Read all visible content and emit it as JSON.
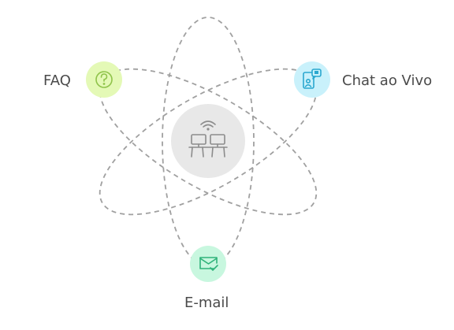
{
  "diagram": {
    "center": {
      "icon": "desks-wifi-icon",
      "fill": "#e8e8e8",
      "stroke": "#8c8c8c"
    },
    "orbit_color": "#a0a0a0",
    "channels": [
      {
        "label": "FAQ",
        "icon": "question-icon",
        "fill": "#e4f9b6",
        "stroke": "#8fc34a"
      },
      {
        "label": "Chat ao Vivo",
        "icon": "chat-phone-icon",
        "fill": "#c9f1fb",
        "stroke": "#2aa7cf"
      },
      {
        "label": "E-mail",
        "icon": "email-check-icon",
        "fill": "#c8f7df",
        "stroke": "#2fb37a"
      }
    ]
  }
}
